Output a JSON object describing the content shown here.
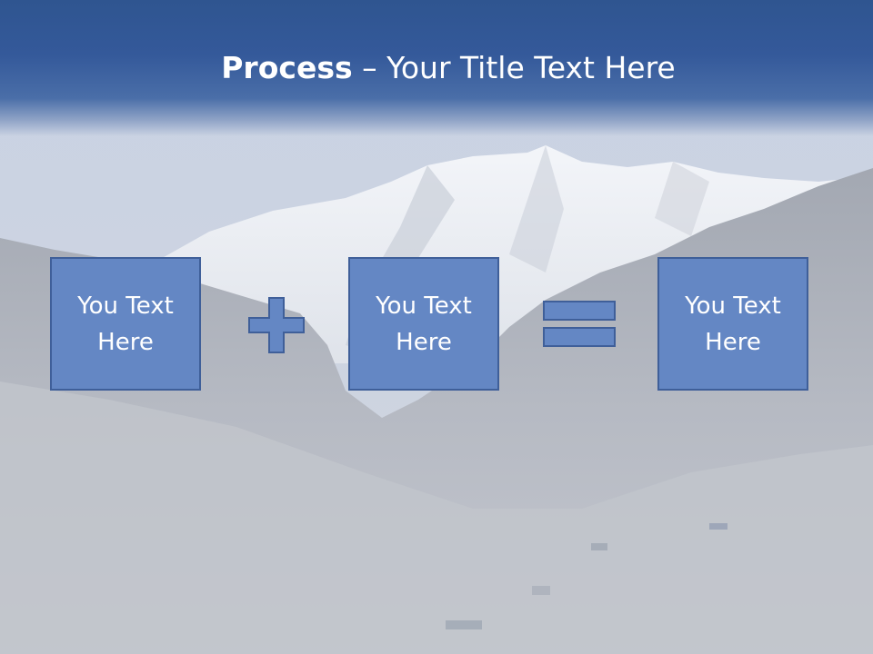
{
  "slide": {
    "title_bold": "Process",
    "title_rest": " – Your Title Text Here"
  },
  "process": {
    "steps": [
      "You Text\nHere",
      "You Text\nHere",
      "You Text\nHere"
    ],
    "operators": [
      "plus-icon",
      "equals-icon"
    ]
  },
  "colors": {
    "header": "#2f5590",
    "box_fill": "#6487c4",
    "box_border": "#3f5f99",
    "text": "#ffffff"
  }
}
